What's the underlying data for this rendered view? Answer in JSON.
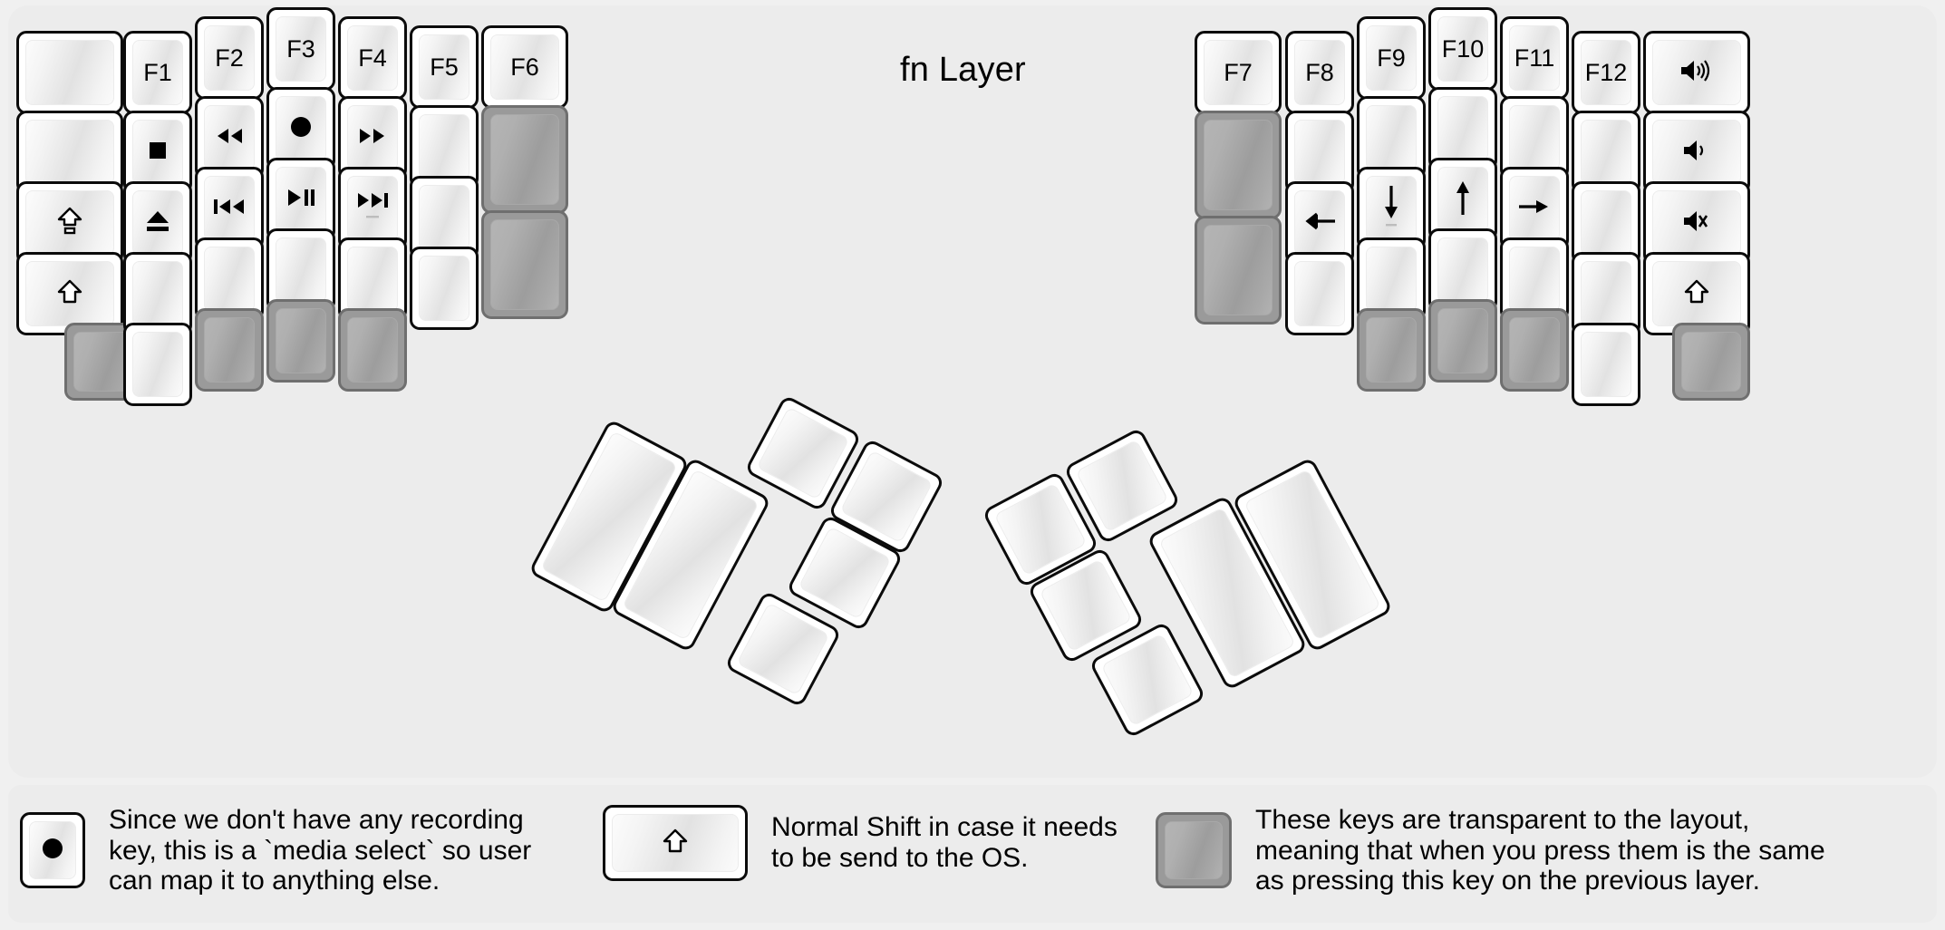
{
  "title": "fn Layer",
  "colors": {
    "background": "#f0f0f0",
    "panel": "#ececec",
    "key_face": "#ffffff",
    "key_border": "#0b0b0b",
    "transparent_key": "#9a9a9a",
    "text": "#000000"
  },
  "glyph_names": {
    "stop": "stop-icon",
    "eject": "eject-icon",
    "rewind": "rewind-icon",
    "record": "record-icon",
    "fast_forward": "fast-forward-icon",
    "prev_track": "previous-track-icon",
    "play_pause": "play-pause-icon",
    "next_track": "next-track-icon",
    "caps_lock": "caps-lock-icon",
    "shift": "shift-icon",
    "arrow_left": "arrow-left-icon",
    "arrow_down": "arrow-down-icon",
    "arrow_up": "arrow-up-icon",
    "arrow_right": "arrow-right-icon",
    "volume_up": "volume-up-icon",
    "volume_down": "volume-down-icon",
    "mute": "volume-mute-icon"
  },
  "left_half": {
    "label": "left-keyboard-half",
    "columns": [
      {
        "name": "col-pinky-outer",
        "keys": [
          {
            "label": "",
            "glyph": "",
            "transparent": false
          },
          {
            "label": "",
            "glyph": "",
            "transparent": false
          },
          {
            "label": "",
            "glyph": "caps_lock",
            "transparent": false
          },
          {
            "label": "",
            "glyph": "shift",
            "transparent": false
          },
          {
            "label": "",
            "glyph": "",
            "transparent": true
          }
        ]
      },
      {
        "name": "col-pinky",
        "keys": [
          {
            "label": "F1",
            "glyph": "",
            "transparent": false
          },
          {
            "label": "",
            "glyph": "stop",
            "transparent": false
          },
          {
            "label": "",
            "glyph": "eject",
            "transparent": false
          },
          {
            "label": "",
            "glyph": "",
            "transparent": false
          },
          {
            "label": "",
            "glyph": "",
            "transparent": false
          }
        ]
      },
      {
        "name": "col-ring",
        "keys": [
          {
            "label": "F2",
            "glyph": "",
            "transparent": false
          },
          {
            "label": "",
            "glyph": "rewind",
            "transparent": false
          },
          {
            "label": "",
            "glyph": "prev_track",
            "transparent": false
          },
          {
            "label": "",
            "glyph": "",
            "transparent": false
          },
          {
            "label": "",
            "glyph": "",
            "transparent": true
          }
        ]
      },
      {
        "name": "col-middle",
        "keys": [
          {
            "label": "F3",
            "glyph": "",
            "transparent": false
          },
          {
            "label": "",
            "glyph": "record",
            "transparent": false
          },
          {
            "label": "",
            "glyph": "play_pause",
            "transparent": false
          },
          {
            "label": "",
            "glyph": "",
            "transparent": false
          },
          {
            "label": "",
            "glyph": "",
            "transparent": true
          }
        ]
      },
      {
        "name": "col-index",
        "keys": [
          {
            "label": "F4",
            "glyph": "",
            "transparent": false
          },
          {
            "label": "",
            "glyph": "fast_forward",
            "transparent": false
          },
          {
            "label": "",
            "glyph": "next_track",
            "transparent": false
          },
          {
            "label": "",
            "glyph": "",
            "transparent": false
          },
          {
            "label": "",
            "glyph": "",
            "transparent": true
          }
        ]
      },
      {
        "name": "col-index-inner",
        "keys": [
          {
            "label": "F5",
            "glyph": "",
            "transparent": false
          },
          {
            "label": "",
            "glyph": "",
            "transparent": false
          },
          {
            "label": "",
            "glyph": "",
            "transparent": false
          },
          {
            "label": "",
            "glyph": "",
            "transparent": false
          }
        ]
      },
      {
        "name": "col-inner",
        "keys": [
          {
            "label": "F6",
            "glyph": "",
            "transparent": false
          },
          {
            "label": "",
            "glyph": "",
            "transparent": true
          },
          {
            "label": "",
            "glyph": "",
            "transparent": true
          }
        ]
      }
    ],
    "thumb_cluster": {
      "name": "left-thumb-cluster",
      "keys": [
        {
          "label": "",
          "glyph": "",
          "transparent": false
        },
        {
          "label": "",
          "glyph": "",
          "transparent": false
        },
        {
          "label": "",
          "glyph": "",
          "transparent": false
        },
        {
          "label": "",
          "glyph": "",
          "transparent": false
        },
        {
          "label": "",
          "glyph": "",
          "transparent": false
        }
      ]
    }
  },
  "right_half": {
    "label": "right-keyboard-half",
    "columns": [
      {
        "name": "col-inner",
        "keys": [
          {
            "label": "F7",
            "glyph": "",
            "transparent": false
          },
          {
            "label": "",
            "glyph": "",
            "transparent": true
          },
          {
            "label": "",
            "glyph": "",
            "transparent": true
          }
        ]
      },
      {
        "name": "col-index-inner",
        "keys": [
          {
            "label": "F8",
            "glyph": "",
            "transparent": false
          },
          {
            "label": "",
            "glyph": "",
            "transparent": false
          },
          {
            "label": "",
            "glyph": "arrow_left",
            "transparent": false
          },
          {
            "label": "",
            "glyph": "",
            "transparent": false
          }
        ]
      },
      {
        "name": "col-index",
        "keys": [
          {
            "label": "F9",
            "glyph": "",
            "transparent": false
          },
          {
            "label": "",
            "glyph": "",
            "transparent": false
          },
          {
            "label": "",
            "glyph": "arrow_down",
            "transparent": false
          },
          {
            "label": "",
            "glyph": "",
            "transparent": false
          },
          {
            "label": "",
            "glyph": "",
            "transparent": true
          }
        ]
      },
      {
        "name": "col-middle",
        "keys": [
          {
            "label": "F10",
            "glyph": "",
            "transparent": false
          },
          {
            "label": "",
            "glyph": "",
            "transparent": false
          },
          {
            "label": "",
            "glyph": "arrow_up",
            "transparent": false
          },
          {
            "label": "",
            "glyph": "",
            "transparent": false
          },
          {
            "label": "",
            "glyph": "",
            "transparent": true
          }
        ]
      },
      {
        "name": "col-ring",
        "keys": [
          {
            "label": "F11",
            "glyph": "",
            "transparent": false
          },
          {
            "label": "",
            "glyph": "",
            "transparent": false
          },
          {
            "label": "",
            "glyph": "arrow_right",
            "transparent": false
          },
          {
            "label": "",
            "glyph": "",
            "transparent": false
          },
          {
            "label": "",
            "glyph": "",
            "transparent": true
          }
        ]
      },
      {
        "name": "col-pinky",
        "keys": [
          {
            "label": "F12",
            "glyph": "",
            "transparent": false
          },
          {
            "label": "",
            "glyph": "",
            "transparent": false
          },
          {
            "label": "",
            "glyph": "",
            "transparent": false
          },
          {
            "label": "",
            "glyph": "",
            "transparent": false
          },
          {
            "label": "",
            "glyph": "",
            "transparent": false
          }
        ]
      },
      {
        "name": "col-pinky-outer",
        "keys": [
          {
            "label": "",
            "glyph": "volume_up",
            "transparent": false
          },
          {
            "label": "",
            "glyph": "volume_down",
            "transparent": false
          },
          {
            "label": "",
            "glyph": "mute",
            "transparent": false
          },
          {
            "label": "",
            "glyph": "shift",
            "transparent": false
          },
          {
            "label": "",
            "glyph": "",
            "transparent": true
          }
        ]
      }
    ],
    "thumb_cluster": {
      "name": "right-thumb-cluster",
      "keys": [
        {
          "label": "",
          "glyph": "",
          "transparent": false
        },
        {
          "label": "",
          "glyph": "",
          "transparent": false
        },
        {
          "label": "",
          "glyph": "",
          "transparent": false
        },
        {
          "label": "",
          "glyph": "",
          "transparent": false
        },
        {
          "label": "",
          "glyph": "",
          "transparent": false
        }
      ]
    }
  },
  "legend": [
    {
      "key_glyph": "record",
      "key_transparent": false,
      "text": "Since we don't have any recording\nkey, this is a `media select` so user\ncan map it to anything else."
    },
    {
      "key_glyph": "shift",
      "key_transparent": false,
      "text": "Normal Shift in case it needs\nto be send to the OS."
    },
    {
      "key_glyph": "",
      "key_transparent": true,
      "text": "These keys are transparent to the layout,\nmeaning that when you press them is the same\nas pressing this key on the previous layer."
    }
  ]
}
